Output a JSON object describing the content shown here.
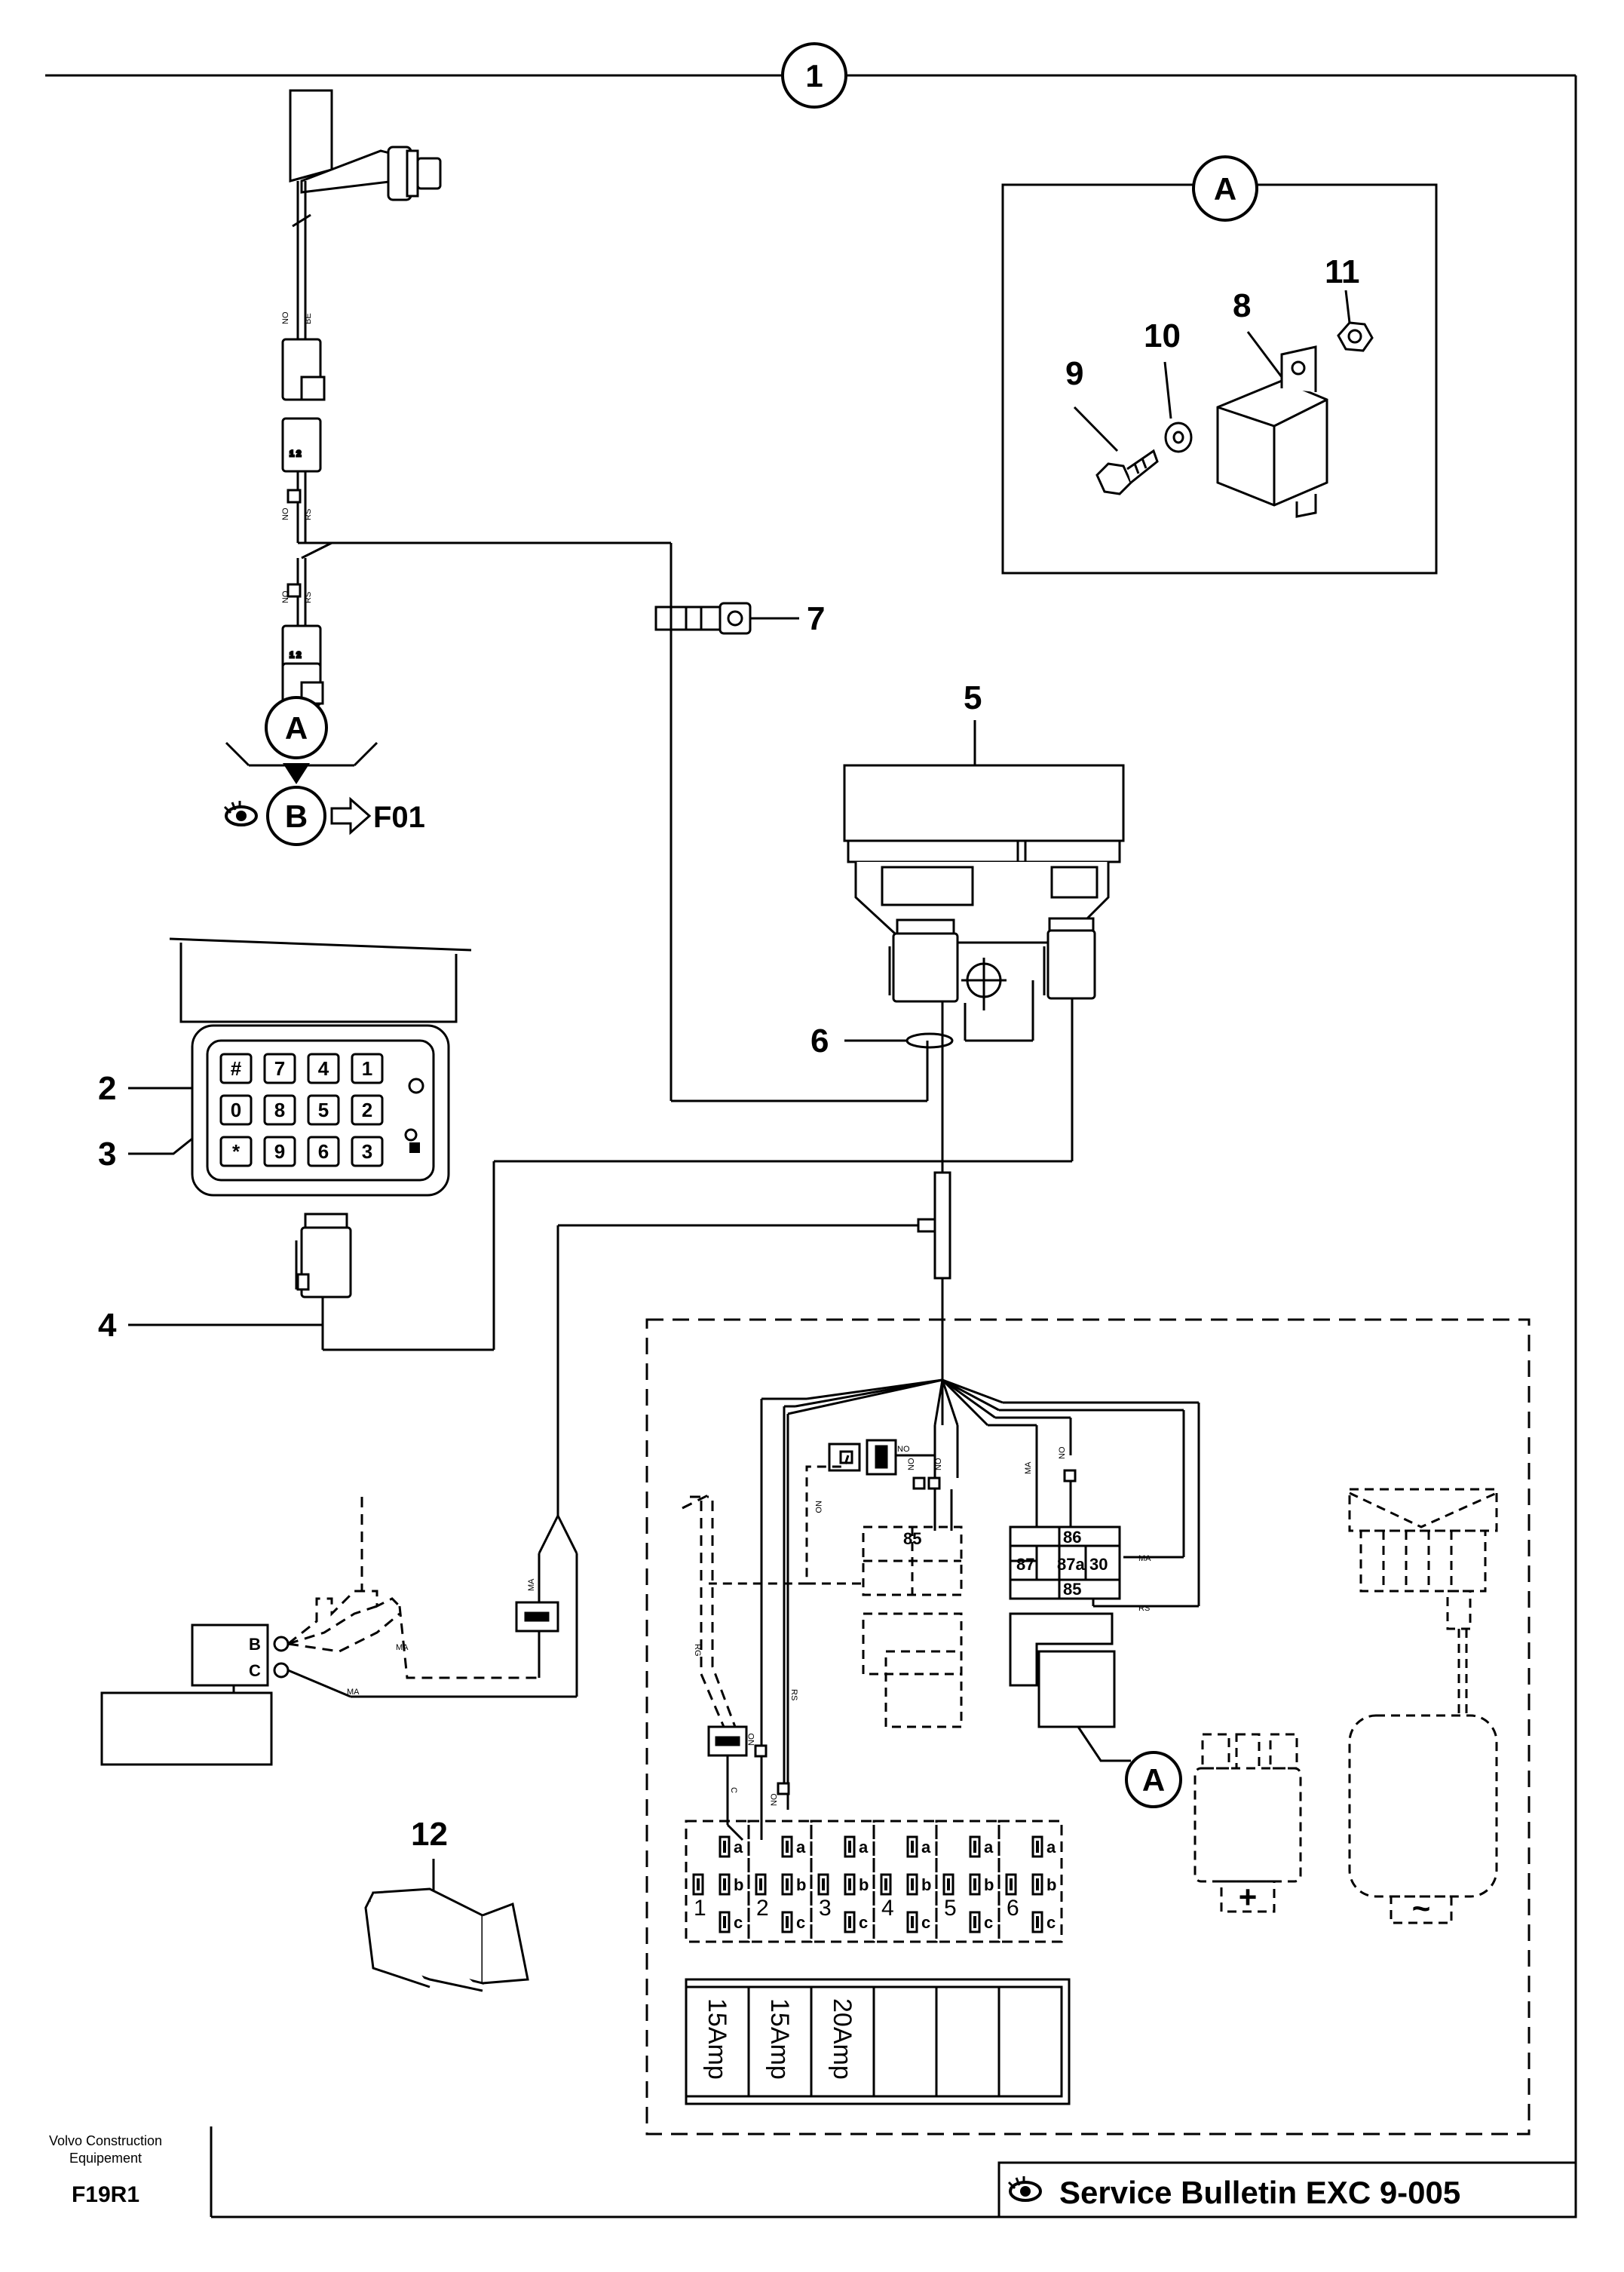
{
  "diagram": {
    "sheet_number": "1",
    "callouts": {
      "c2": "2",
      "c3": "3",
      "c4": "4",
      "c5": "5",
      "c6": "6",
      "c7": "7",
      "c8": "8",
      "c9": "9",
      "c10": "10",
      "c11": "11",
      "c12": "12"
    },
    "detail_label": "A",
    "reference": {
      "circle_a": "A",
      "circle_b": "B",
      "target": "F01"
    },
    "keypad_keys": [
      "#",
      "7",
      "4",
      "1",
      "0",
      "8",
      "5",
      "2",
      "*",
      "9",
      "6",
      "3"
    ],
    "relay_terminals": {
      "t86": "86",
      "t87": "87",
      "t87a": "87a",
      "t30": "30",
      "t85": "85",
      "t85b": "85"
    },
    "wire_labels": {
      "no": "NO",
      "rs": "RS",
      "ma": "MA",
      "rg": "RG",
      "c": "C",
      "be": "BE"
    },
    "terminal_labels": {
      "b": "B",
      "c": "C"
    },
    "fuse_block": {
      "slots": [
        "1",
        "2",
        "3",
        "4",
        "5",
        "6"
      ],
      "pin_letters": [
        "a",
        "b",
        "c"
      ],
      "ratings": [
        "15Amp",
        "15Amp",
        "20Amp",
        "",
        "",
        ""
      ]
    },
    "detail_circle_a": "A",
    "battery_symbol": "+",
    "alternator_symbol": "~"
  },
  "footer": {
    "brand_line1": "Volvo Construction",
    "brand_line2": "Equipement",
    "figure_id": "F19R1",
    "bulletin": "Service Bulletin EXC 9-005"
  }
}
